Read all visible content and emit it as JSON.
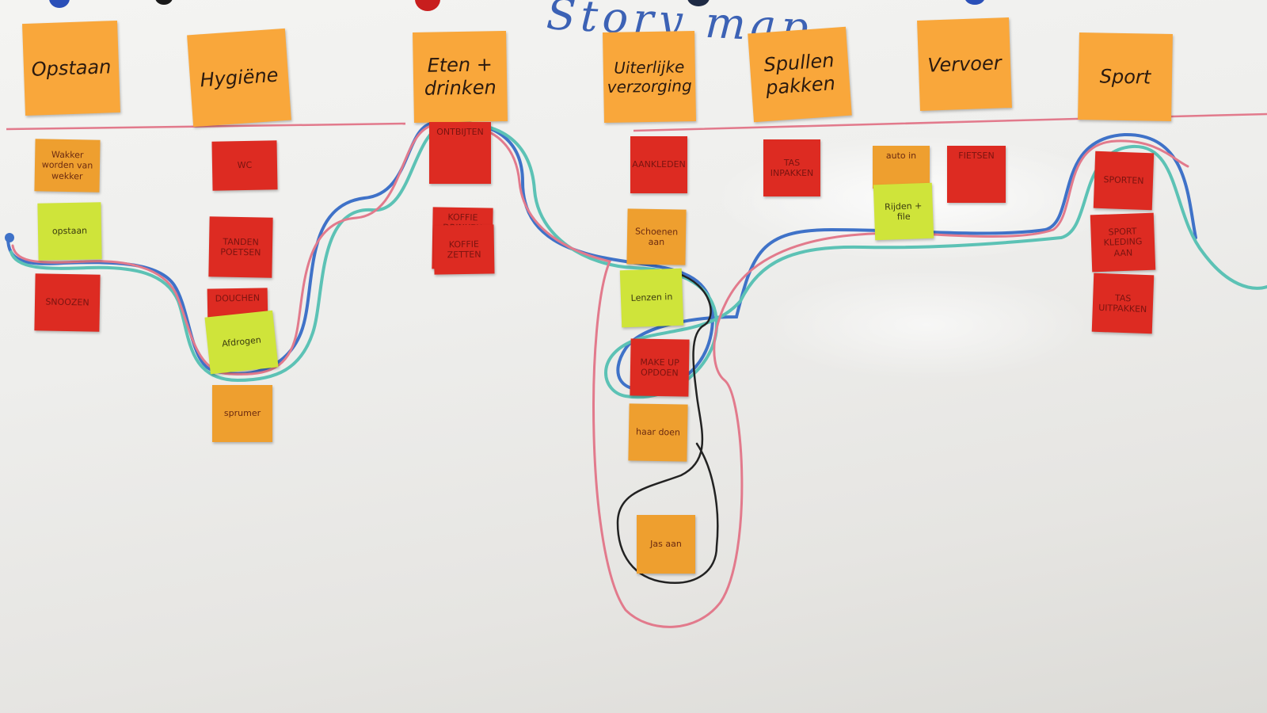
{
  "board": {
    "title": "Story map",
    "colors": {
      "header_note": "#f9a73b",
      "red_note": "#dd2b22",
      "amber_note": "#ee9f2f",
      "green_note": "#cfe43a",
      "title_marker": "#3c62b5",
      "line_pink": "#e27a8c",
      "line_blue": "#3f72c8",
      "line_teal": "#5cc2b5",
      "line_black": "#222222"
    }
  },
  "headers": [
    "Opstaan",
    "Hygiëne",
    "Eten + drinken",
    "Uiterlijke verzorging",
    "Spullen pakken",
    "Vervoer",
    "Sport"
  ],
  "tasks": {
    "opstaan": [
      "Wakker worden van wekker",
      "opstaan",
      "SNOOZEN"
    ],
    "hygiene": [
      "WC",
      "TANDEN POETSEN",
      "DOUCHEN",
      "Afdrogen",
      "sprumer"
    ],
    "eten": [
      "ONTBIJTEN",
      "KOFFIE DRINKEN",
      "KOFFIE ZETTEN"
    ],
    "uiterlijk": [
      "AANKLEDEN",
      "Schoenen aan",
      "Lenzen in",
      "MAKE UP OPDOEN",
      "haar doen",
      "Jas aan"
    ],
    "spullen": [
      "TAS INPAKKEN"
    ],
    "vervoer": [
      "auto in",
      "Rijden + file",
      "FIETSEN"
    ],
    "sport": [
      "SPORTEN",
      "SPORT KLEDING AAN",
      "TAS UITPAKKEN"
    ]
  }
}
